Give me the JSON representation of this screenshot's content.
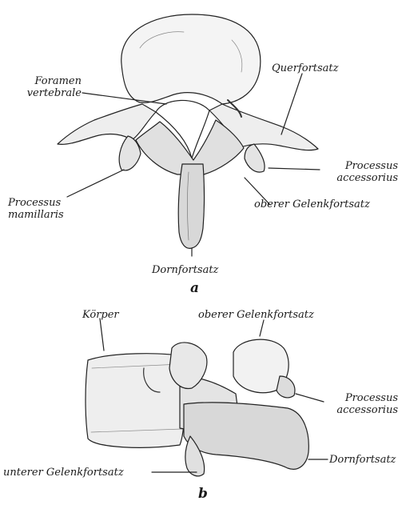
{
  "panels": [
    {
      "letter": "a",
      "labels": {
        "foramen": "Foramen vertebrale",
        "querfortsatz": "Querfortsatz",
        "processus_accessorius": "Processus accessorius",
        "processus_mamillaris": "Processus mamillaris",
        "oberer_gelenkfortsatz": "oberer Gelenkfortsatz",
        "dornfortsatz": "Dornfortsatz"
      }
    },
    {
      "letter": "b",
      "labels": {
        "koerper": "Körper",
        "oberer_gelenkfortsatz": "oberer Gelenkfortsatz",
        "processus_accessorius": "Processus accessorius",
        "unterer_gelenkfortsatz": "unterer Gelenkfortsatz",
        "dornfortsatz": "Dornfortsatz"
      }
    }
  ],
  "label_lines": {
    "foramen_1": "Foramen",
    "foramen_2": "vertebrale",
    "accessorius_1": "Processus",
    "accessorius_2": "accessorius",
    "mamillaris_1": "Processus",
    "mamillaris_2": "mamillaris",
    "b_accessorius_1": "Processus",
    "b_accessorius_2": "accessorius"
  }
}
